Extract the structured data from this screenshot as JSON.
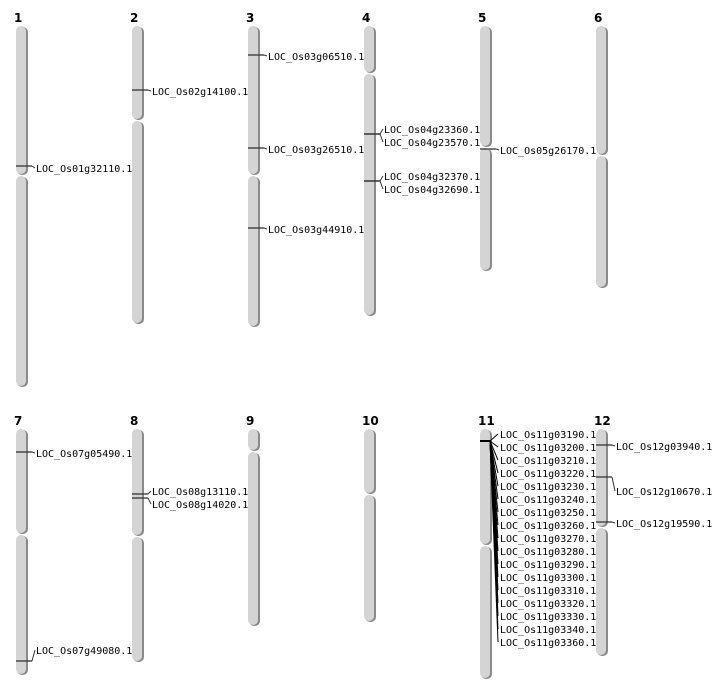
{
  "colors": {
    "chromosome": "#d4d4d4",
    "shadow": "#8a8a8a",
    "marker": "#333333"
  },
  "chromosomes": [
    {
      "name": "1",
      "genes": [
        "LOC_Os01g32110.1"
      ]
    },
    {
      "name": "2",
      "genes": [
        "LOC_Os02g14100.1"
      ]
    },
    {
      "name": "3",
      "genes": [
        "LOC_Os03g06510.1",
        "LOC_Os03g26510.1",
        "LOC_Os03g44910.1"
      ]
    },
    {
      "name": "4",
      "genes": [
        "LOC_Os04g23360.1",
        "LOC_Os04g23570.1",
        "LOC_Os04g32370.1",
        "LOC_Os04g32690.1"
      ]
    },
    {
      "name": "5",
      "genes": [
        "LOC_Os05g26170.1"
      ]
    },
    {
      "name": "6",
      "genes": []
    },
    {
      "name": "7",
      "genes": [
        "LOC_Os07g05490.1",
        "LOC_Os07g49080.1"
      ]
    },
    {
      "name": "8",
      "genes": [
        "LOC_Os08g13110.1",
        "LOC_Os08g14020.1"
      ]
    },
    {
      "name": "9",
      "genes": []
    },
    {
      "name": "10",
      "genes": []
    },
    {
      "name": "11",
      "genes": [
        "LOC_Os11g03190.1",
        "LOC_Os11g03200.1",
        "LOC_Os11g03210.1",
        "LOC_Os11g03220.1",
        "LOC_Os11g03230.1",
        "LOC_Os11g03240.1",
        "LOC_Os11g03250.1",
        "LOC_Os11g03260.1",
        "LOC_Os11g03270.1",
        "LOC_Os11g03280.1",
        "LOC_Os11g03290.1",
        "LOC_Os11g03300.1",
        "LOC_Os11g03310.1",
        "LOC_Os11g03320.1",
        "LOC_Os11g03330.1",
        "LOC_Os11g03340.1",
        "LOC_Os11g03360.1"
      ]
    },
    {
      "name": "12",
      "genes": [
        "LOC_Os12g03940.1",
        "LOC_Os12g10670.1",
        "LOC_Os12g19590.1"
      ]
    }
  ]
}
